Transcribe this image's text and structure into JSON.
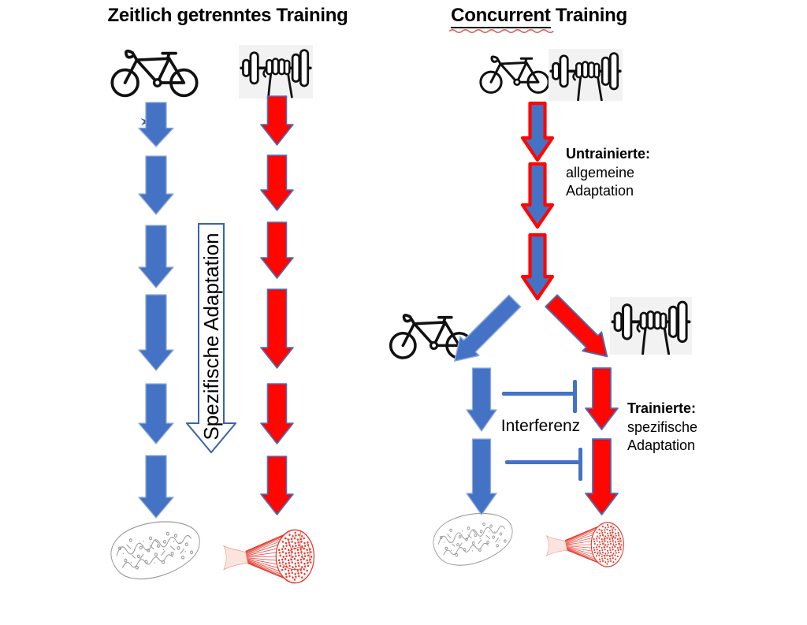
{
  "colors": {
    "endurance_blue": "#4472C4",
    "endurance_blue_light": "#8FAADC",
    "strength_red": "#FF0600",
    "white_arrow_outline": "#3A62AE",
    "inhibition": "#4472C4",
    "mito_gray": "#9a9a9a",
    "muscle_red": "#E5392C",
    "squiggle_red": "#E05B5B",
    "icon_black": "#111111",
    "text": "#000000"
  },
  "left_panel": {
    "title": "Zeitlich getrenntes Training",
    "endurance_icon": "bicycle",
    "strength_icon": "dumbbell",
    "endurance_arrow_count": 6,
    "strength_arrow_count": 6,
    "adaptation_arrow_label": "Spezifische Adaptation",
    "endurance_outcome_icon": "mitochondrion",
    "strength_outcome_icon": "muscle-fiber"
  },
  "right_panel": {
    "title_underlined": "Concurrent",
    "title_rest": " Training",
    "combined_arrow_count": 3,
    "untrained_heading": "Untrainierte:",
    "untrained_lines": [
      "allgemeine",
      "Adaptation"
    ],
    "interference_label": "Interferenz",
    "trained_heading": "Trainierte:",
    "trained_lines": [
      "spezifische",
      "Adaptation"
    ],
    "endurance_outcome_icon": "mitochondrion",
    "strength_outcome_icon": "muscle-fiber"
  }
}
